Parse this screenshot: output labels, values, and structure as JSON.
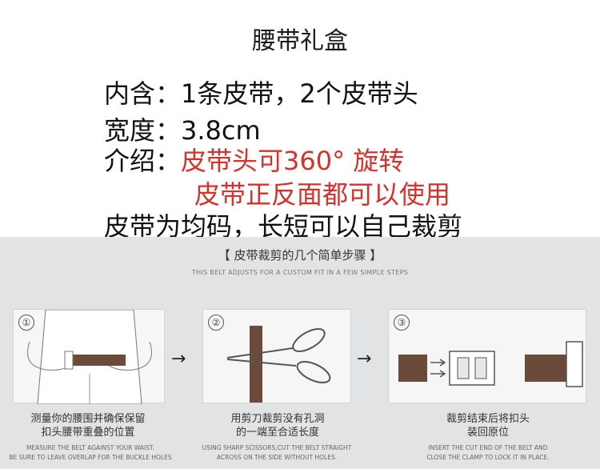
{
  "title": "腰带礼盒",
  "contents_line": "内含：1条皮带，2个皮带头",
  "width_line": "宽度：3.8cm",
  "intro_label": "介绍：",
  "intro_text_1": "皮带头可360° 旋转",
  "intro_text_2": "皮带正反面都可以使用",
  "size_line": "皮带为均码，长短可以自己裁剪",
  "steps_heading": "【 皮带裁剪的几个简单步骤 】",
  "steps_subheading": "THIS BELT ADJUSTS FOR A CUSTOM FIT IN A FEW SIMPLE STEPS",
  "steps": [
    {
      "number": "①",
      "caption_1": "测量你的腰围并确保保留",
      "caption_2": "扣头腰带重叠的位置",
      "english_1": "MEASURE THE BELT AGAINST YOUR WAIST.",
      "english_2": "BE SURE TO LEAVE OVERLAP FOR THE BUCKLE HOLES"
    },
    {
      "number": "②",
      "caption_1": "用剪刀裁剪没有孔洞",
      "caption_2": "的一端至合适长度",
      "english_1": "USING SHARP SCISSORS,CUT THE BELT STRAIGHT",
      "english_2": "ACROSS ON THE SIDE WITHOUT HOLES."
    },
    {
      "number": "③",
      "caption_1": "裁剪结束后将扣头",
      "caption_2": "装回原位",
      "english_1": "INSERT THE CUT END OF THE BELT AND",
      "english_2": "CLOSE THE CLAMP TO LOCK IT IN PLACE."
    }
  ],
  "arrow_glyph": "→",
  "colors": {
    "highlight": "#d9302a",
    "panel_bg": "#e2e3e5",
    "belt_brown": "#6b4a3a"
  }
}
